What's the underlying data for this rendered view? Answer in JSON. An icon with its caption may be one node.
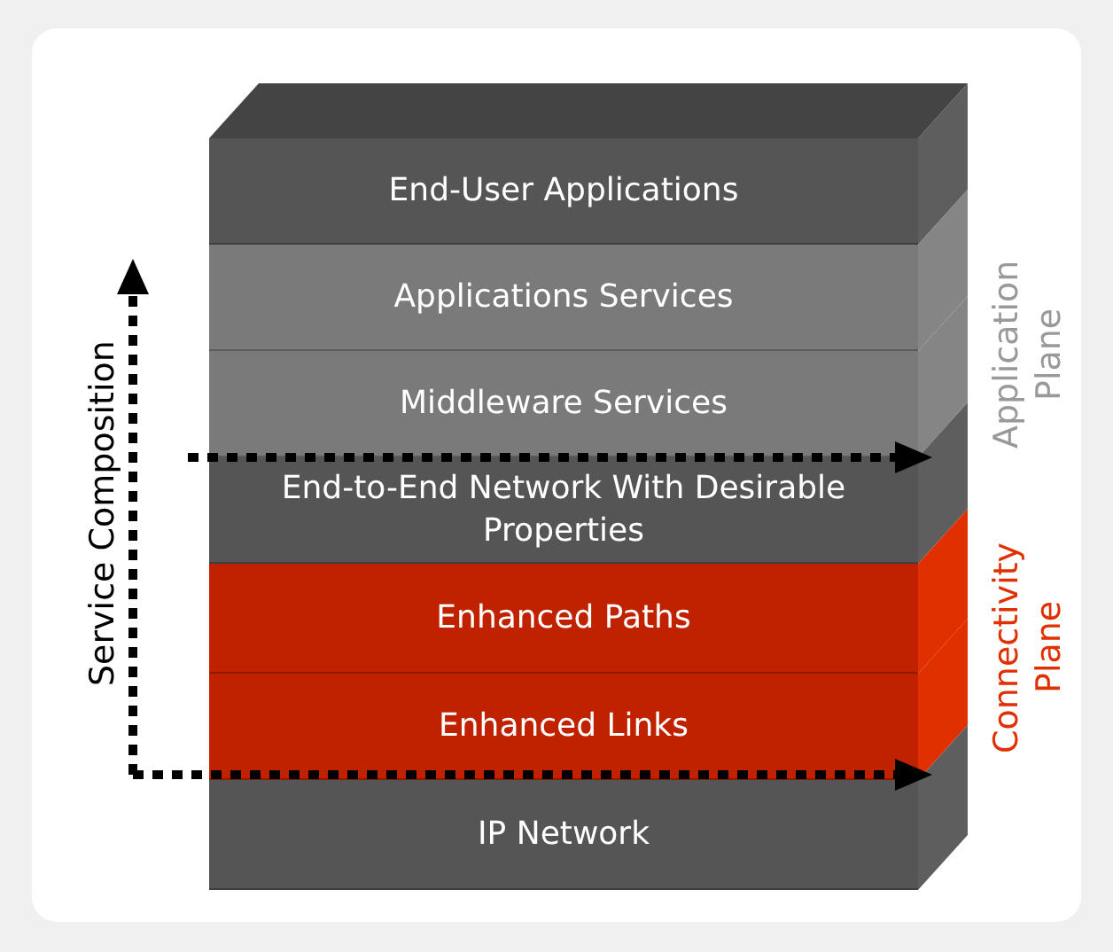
{
  "diagram": {
    "nodes": [
      {
        "text": [
          "End-User Applications"
        ]
      },
      {
        "text": [
          "Applications Services"
        ]
      },
      {
        "text": [
          "Middleware Services"
        ]
      },
      {
        "text": [
          "End-to-End Network With Desirable Properties"
        ]
      },
      {
        "text": [
          "Enhanced Paths"
        ]
      },
      {
        "text": [
          "Enhanced Links"
        ]
      },
      {
        "text": [
          "IP Network"
        ]
      }
    ],
    "labels": [
      "Service Composition",
      "Application Plane",
      "Connectivity Plane"
    ]
  }
}
